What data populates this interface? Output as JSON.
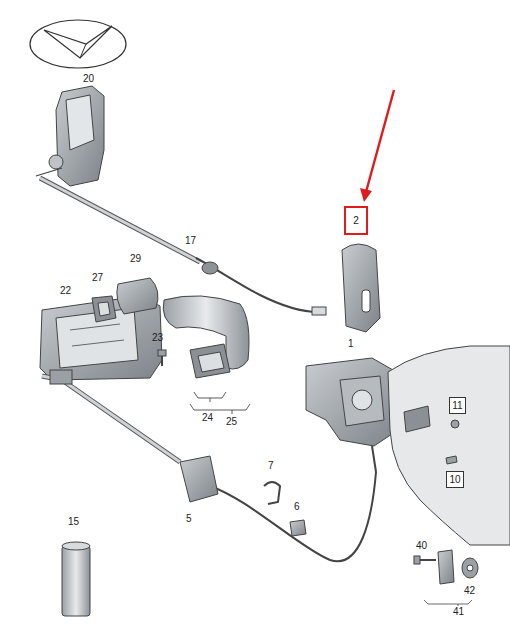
{
  "diagram": {
    "nodes": [
      {
        "text": [
          "2"
        ]
      },
      {
        "text": [
          "11"
        ]
      },
      {
        "text": [
          "10"
        ]
      }
    ],
    "labels": [
      "20",
      "17",
      "27",
      "29",
      "22",
      "23",
      "1",
      "24",
      "25",
      "7",
      "5",
      "6",
      "15",
      "40",
      "42",
      "41"
    ]
  }
}
